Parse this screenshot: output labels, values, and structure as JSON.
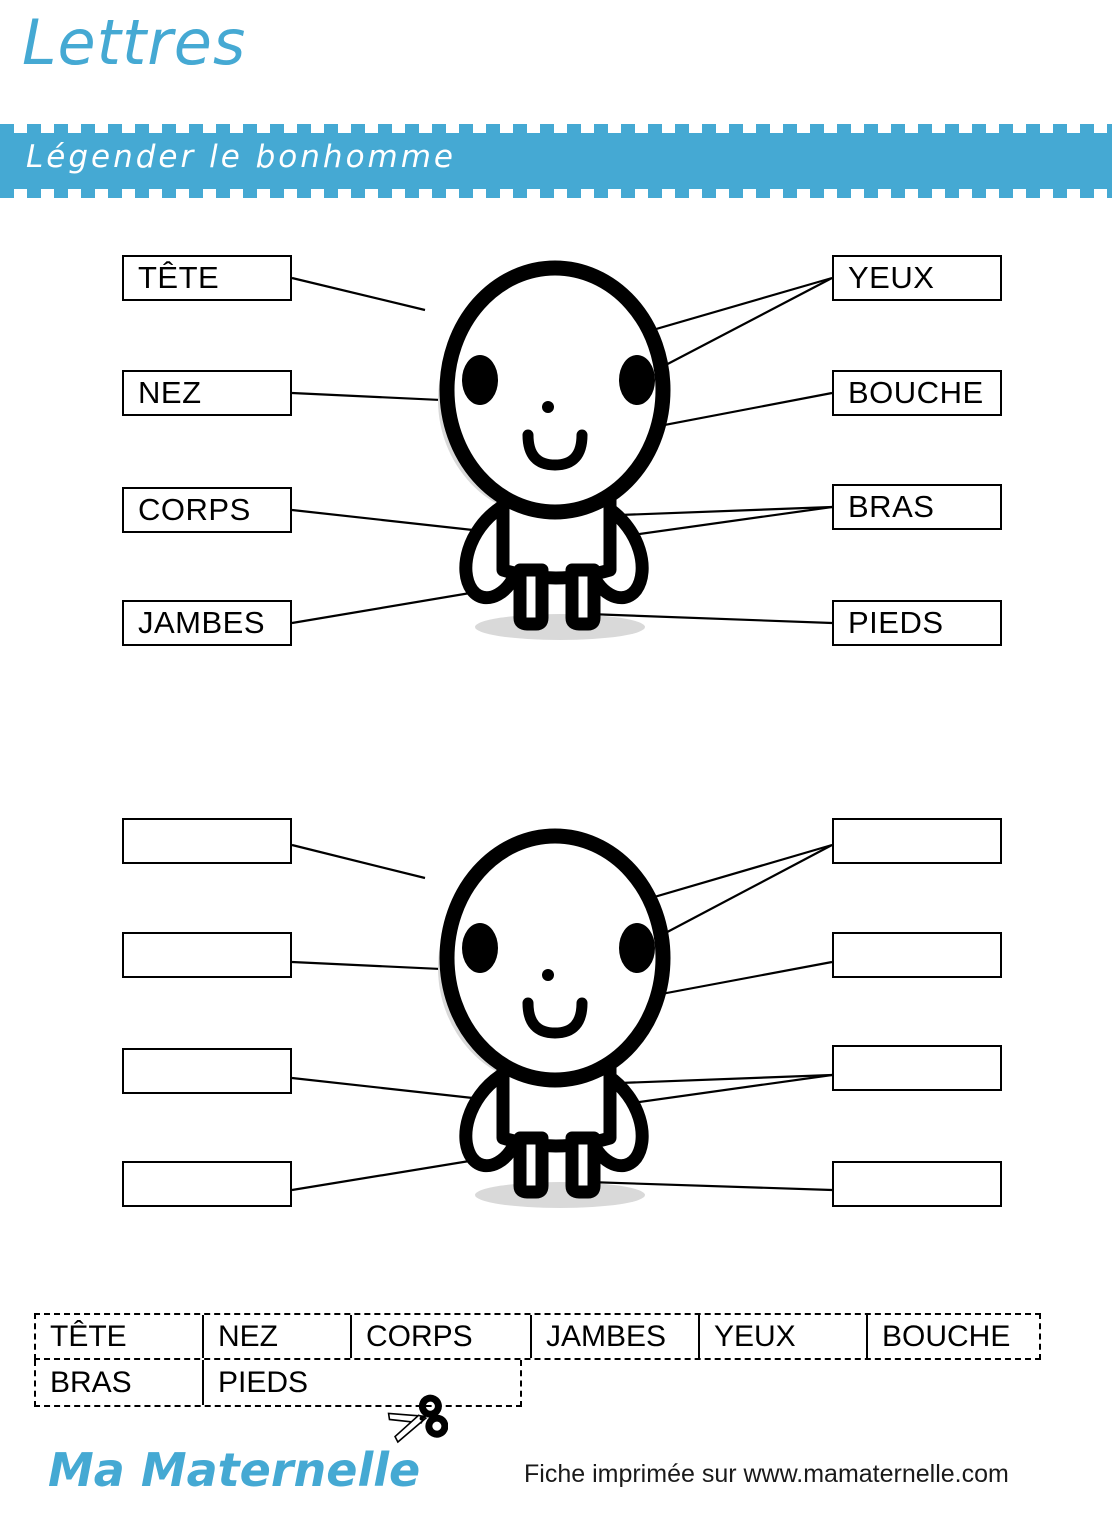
{
  "header": {
    "title": "Lettres",
    "subtitle": "Légender le bonhomme",
    "accent_color": "#45a9d3"
  },
  "exercise_1": {
    "filled": true,
    "labels_left": [
      {
        "text": "TÊTE",
        "target": "head"
      },
      {
        "text": "NEZ",
        "target": "nose"
      },
      {
        "text": "CORPS",
        "target": "body"
      },
      {
        "text": "JAMBES",
        "target": "legs"
      }
    ],
    "labels_right": [
      {
        "text": "YEUX",
        "target": "eyes"
      },
      {
        "text": "BOUCHE",
        "target": "mouth"
      },
      {
        "text": "BRAS",
        "target": "arms"
      },
      {
        "text": "PIEDS",
        "target": "feet"
      }
    ]
  },
  "exercise_2": {
    "filled": false,
    "labels_left": [
      {
        "text": ""
      },
      {
        "text": ""
      },
      {
        "text": ""
      },
      {
        "text": ""
      }
    ],
    "labels_right": [
      {
        "text": ""
      },
      {
        "text": ""
      },
      {
        "text": ""
      },
      {
        "text": ""
      }
    ]
  },
  "word_bank": {
    "row_1": [
      "TÊTE",
      "NEZ",
      "CORPS",
      "JAMBES",
      "YEUX",
      "BOUCHE"
    ],
    "row_2": [
      "BRAS",
      "PIEDS"
    ],
    "cut_icon": "scissors-icon"
  },
  "footer": {
    "brand": "Ma Maternelle",
    "note": "Fiche imprimée sur www.mamaternelle.com"
  }
}
